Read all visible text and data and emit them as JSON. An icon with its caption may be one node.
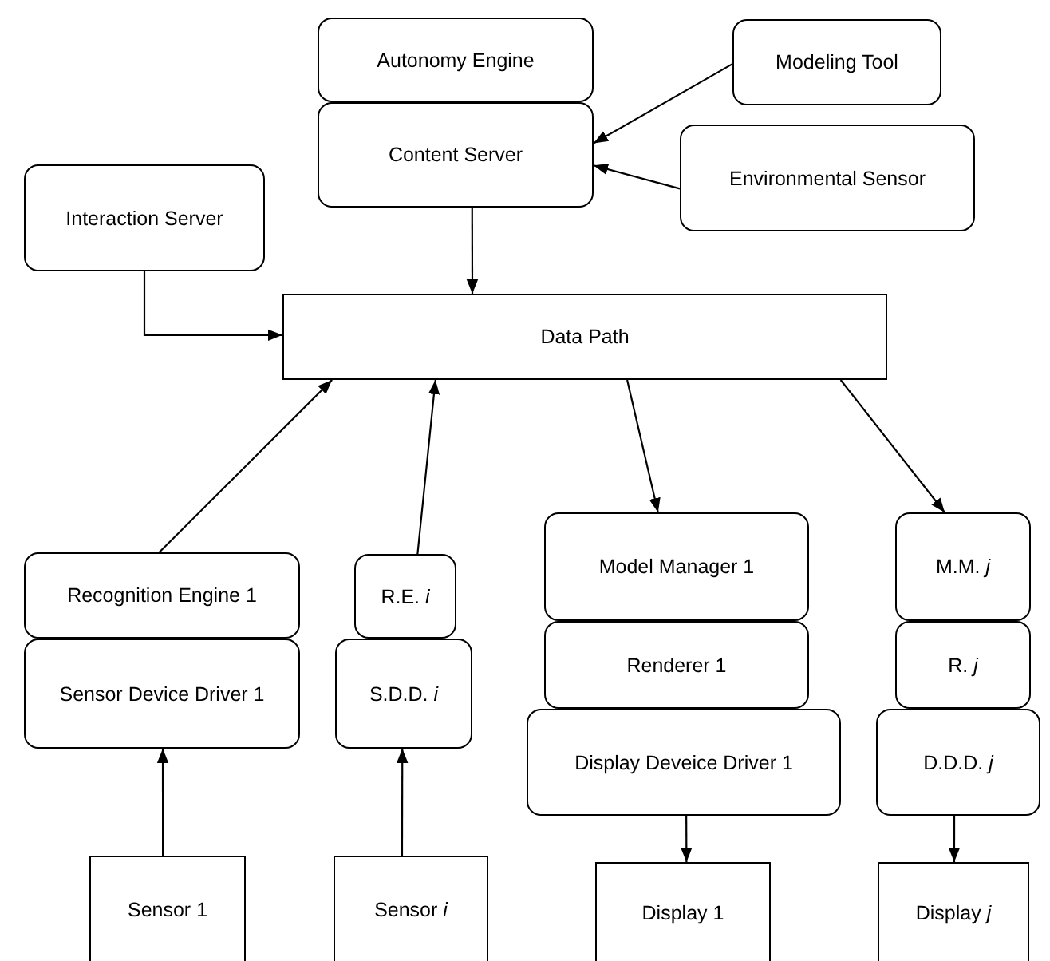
{
  "diagram": {
    "nodes": [
      {
        "text": [
          "Autonomy Engine"
        ]
      },
      {
        "text": [
          "Content Server"
        ]
      },
      {
        "text": [
          "Modeling Tool"
        ]
      },
      {
        "text": [
          "Environmental Sensor"
        ]
      },
      {
        "text": [
          "Interaction Server"
        ]
      },
      {
        "text": [
          "Data Path"
        ]
      },
      {
        "text": [
          "Recognition Engine 1"
        ]
      },
      {
        "text": [
          "Sensor Device Driver 1"
        ]
      },
      {
        "text": [
          "R.E. *i*"
        ]
      },
      {
        "text": [
          "S.D.D. *i*"
        ]
      },
      {
        "text": [
          "Model Manager 1"
        ]
      },
      {
        "text": [
          "Renderer 1"
        ]
      },
      {
        "text": [
          "Display Deveice Driver 1"
        ]
      },
      {
        "text": [
          "M.M. *j*"
        ]
      },
      {
        "text": [
          "R. *j*"
        ]
      },
      {
        "text": [
          "D.D.D. *j*"
        ]
      },
      {
        "text": [
          "Sensor 1"
        ]
      },
      {
        "text": [
          "Sensor *i*"
        ]
      },
      {
        "text": [
          "Display 1"
        ]
      },
      {
        "text": [
          "Display *j*"
        ]
      }
    ],
    "edges": [
      {
        "from": 2,
        "to": 1,
        "arrow": "to"
      },
      {
        "from": 3,
        "to": 1,
        "arrow": "to"
      },
      {
        "from": 1,
        "to": 5,
        "arrow": "to"
      },
      {
        "from": 4,
        "to": 5,
        "arrow": "to"
      },
      {
        "from": 6,
        "to": 5,
        "arrow": "to"
      },
      {
        "from": 8,
        "to": 5,
        "arrow": "to"
      },
      {
        "from": 5,
        "to": 10,
        "arrow": "to"
      },
      {
        "from": 5,
        "to": 13,
        "arrow": "to"
      },
      {
        "from": 16,
        "to": 7,
        "arrow": "to"
      },
      {
        "from": 17,
        "to": 9,
        "arrow": "to"
      },
      {
        "from": 12,
        "to": 18,
        "arrow": "to"
      },
      {
        "from": 15,
        "to": 19,
        "arrow": "to"
      }
    ]
  }
}
